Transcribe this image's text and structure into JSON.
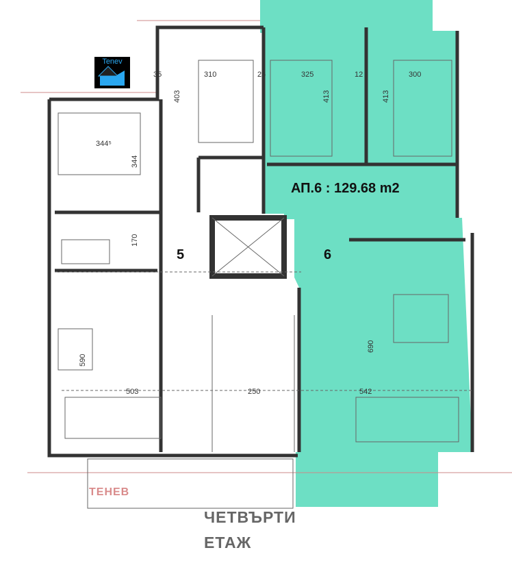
{
  "logo": {
    "text": "Tenev"
  },
  "apartment": {
    "label": "АП.6 :  129.68 m2",
    "highlight_color": "#6ddfc4"
  },
  "unit_numbers": [
    "5",
    "6"
  ],
  "dimensions": {
    "bedroom_a": "310",
    "bedroom_a_depth": "403",
    "bedroom_b": "325",
    "bedroom_b_depth": "413",
    "bedroom_c": "300",
    "bedroom_c_depth": "413",
    "room_left": "344",
    "room_left_w": "344⁵",
    "bath": "170",
    "living_left_depth": "590",
    "living_left_w": "503",
    "living_right_w": "542",
    "living_right_depth": "690",
    "stair_w": "250",
    "wall": "25",
    "wall12": "12",
    "wall35": "35"
  },
  "brand": "ТЕНЕВ",
  "floor_title": {
    "line1": "ЧЕТВЪРТИ",
    "line2": "ЕТАЖ"
  }
}
